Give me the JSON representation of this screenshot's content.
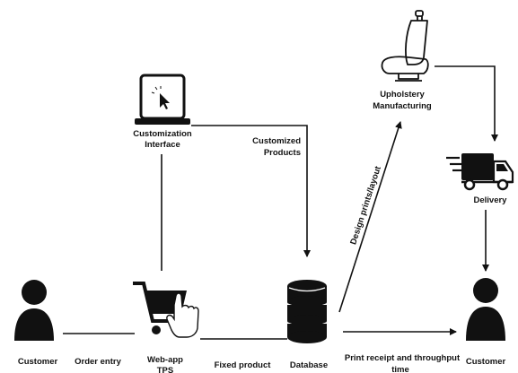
{
  "nodes": {
    "customer_left": {
      "label": "Customer",
      "icon": "person-icon"
    },
    "webapp": {
      "label_line1": "Web-app",
      "label_line2": "TPS",
      "icon": "shopping-cart-icon"
    },
    "customization": {
      "label_line1": "Customization",
      "label_line2": "Interface",
      "icon": "laptop-icon"
    },
    "database": {
      "label": "Database",
      "icon": "database-icon"
    },
    "upholstery": {
      "label_line1": "Upholstery",
      "label_line2": "Manufacturing",
      "icon": "car-seat-icon"
    },
    "delivery": {
      "label": "Delivery",
      "icon": "delivery-truck-icon"
    },
    "customer_right": {
      "label": "Customer",
      "icon": "person-icon"
    }
  },
  "edges": {
    "order_entry": "Order entry",
    "fixed_product": "Fixed product",
    "customized_line1": "Customized",
    "customized_line2": "Products",
    "design_prints": "Design prints/layout",
    "print_receipt_line1": "Print receipt and throughput",
    "print_receipt_line2": "time"
  },
  "colors": {
    "ink": "#111111",
    "background": "#ffffff"
  }
}
